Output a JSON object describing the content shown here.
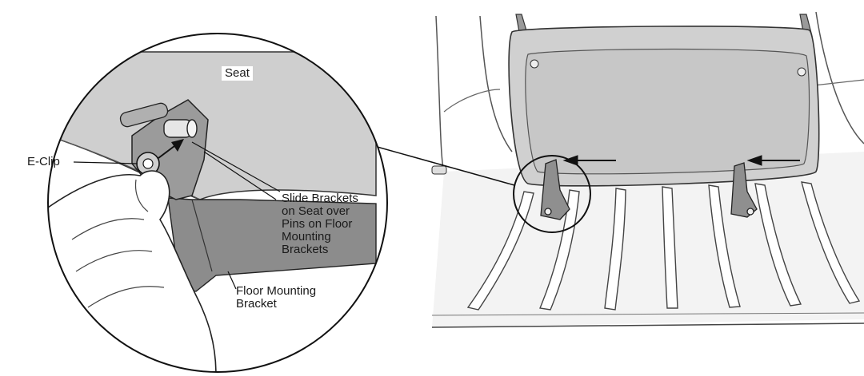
{
  "detail_labels": {
    "seat": "Seat",
    "e_clip": "E-Clip",
    "slide_brackets": "Slide Brackets\non Seat over\nPins on Floor\nMounting\nBrackets",
    "floor_bracket": "Floor Mounting\nBracket"
  },
  "colors": {
    "seat_fill": "#cfcfcf",
    "floor_fill": "#f1f1f1",
    "bracket_fill": "#8f8f8f",
    "line": "#2a2a2a"
  }
}
